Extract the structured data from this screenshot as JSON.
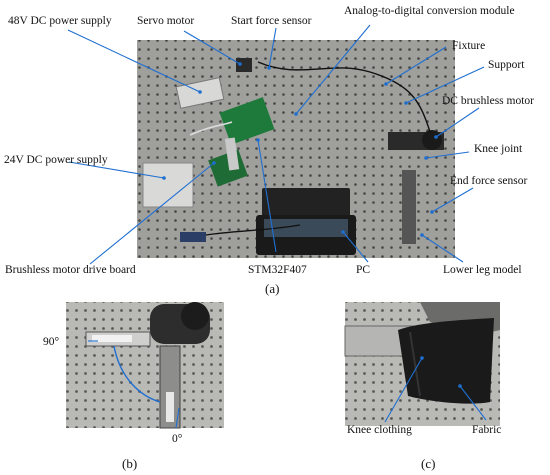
{
  "panel_a": {
    "caption": "(a)",
    "labels": {
      "dc48": "48V DC power supply",
      "servo": "Servo motor",
      "start_force": "Start force sensor",
      "adc": "Analog-to-digital conversion module",
      "fixture": "Fixture",
      "support": "Support",
      "bldc": "DC brushless motor",
      "dc24": "24V DC power supply",
      "knee": "Knee joint",
      "end_force": "End force sensor",
      "driver": "Brushless motor drive board",
      "stm": "STM32F407",
      "pc": "PC",
      "leg": "Lower leg model"
    }
  },
  "panel_b": {
    "caption": "(b)",
    "angle_top": "90°",
    "angle_bottom": "0°"
  },
  "panel_c": {
    "caption": "(c)",
    "knee_clothing": "Knee clothing",
    "fabric": "Fabric"
  }
}
